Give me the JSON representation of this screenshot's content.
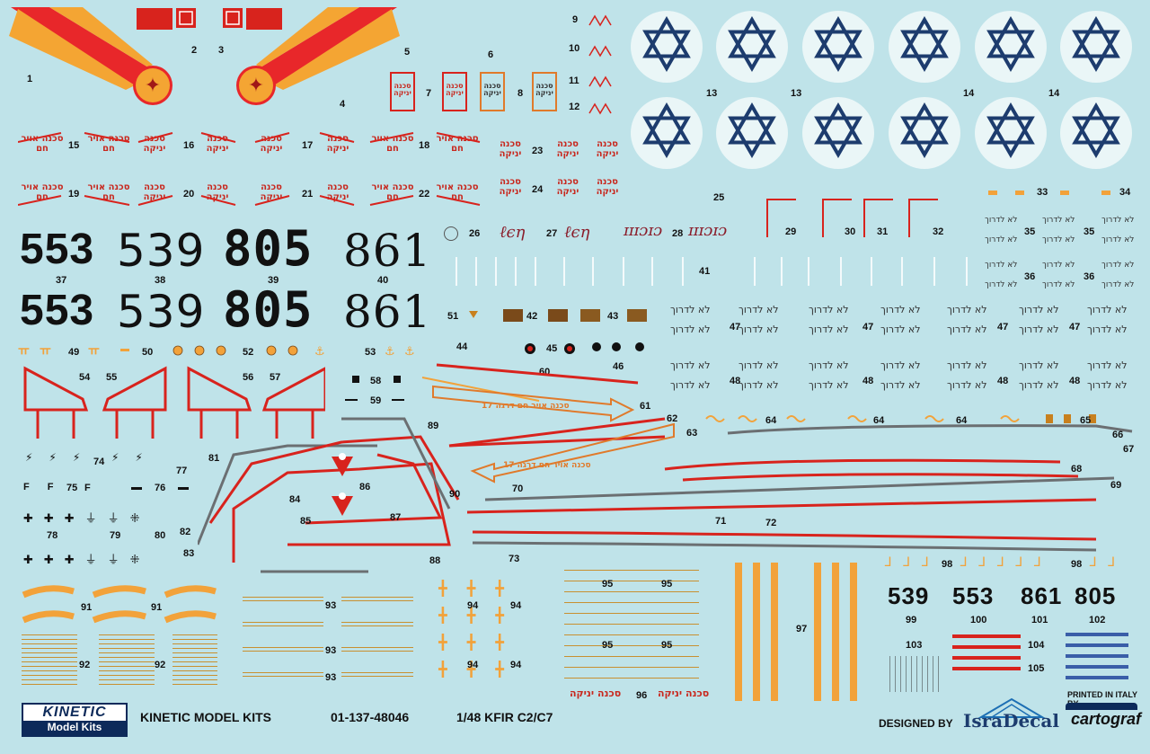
{
  "footer": {
    "brand_top": "KINETIC",
    "brand_bottom": "Model Kits",
    "company": "KINETIC MODEL KITS",
    "code": "01-137-48046",
    "kit": "1/48 KFIR C2/C7",
    "designed_by": "DESIGNED BY",
    "designer_logo": "IsraDecal",
    "printed": "PRINTED IN ITALY BY",
    "printer": "cartograf"
  },
  "serials_large": [
    "553",
    "539",
    "805",
    "861"
  ],
  "serials_small": [
    "539",
    "553",
    "861",
    "805"
  ],
  "hebrew": {
    "danger_canopy": "סכנה יניקה",
    "danger_air": "סכנה אויר חם",
    "no_step": "לא לדרוך",
    "danger_arrow": "סכנה אויר חם דרגה 17"
  },
  "decal_numbers": {
    "n1": "1",
    "n2": "2",
    "n3": "3",
    "n4": "4",
    "n5": "5",
    "n6": "6",
    "n7": "7",
    "n8": "8",
    "n9": "9",
    "n10": "10",
    "n11": "11",
    "n12": "12",
    "n13": "13",
    "n14": "14",
    "n15": "15",
    "n16": "16",
    "n17": "17",
    "n18": "18",
    "n19": "19",
    "n20": "20",
    "n21": "21",
    "n22": "22",
    "n23": "23",
    "n24": "24",
    "n25": "25",
    "n26": "26",
    "n27": "27",
    "n28": "28",
    "n29": "29",
    "n30": "30",
    "n31": "31",
    "n32": "32",
    "n33": "33",
    "n34": "34",
    "n35": "35",
    "n36": "36",
    "n37": "37",
    "n38": "38",
    "n39": "39",
    "n40": "40",
    "n41": "41",
    "n42": "42",
    "n43": "43",
    "n44": "44",
    "n45": "45",
    "n46": "46",
    "n47": "47",
    "n48": "48",
    "n49": "49",
    "n50": "50",
    "n51": "51",
    "n52": "52",
    "n53": "53",
    "n54": "54",
    "n55": "55",
    "n56": "56",
    "n57": "57",
    "n58": "58",
    "n59": "59",
    "n60": "60",
    "n61": "61",
    "n62": "62",
    "n63": "63",
    "n64": "64",
    "n65": "65",
    "n66": "66",
    "n67": "67",
    "n68": "68",
    "n69": "69",
    "n70": "70",
    "n71": "71",
    "n72": "72",
    "n73": "73",
    "n74": "74",
    "n75": "75",
    "n76": "76",
    "n77": "77",
    "n78": "78",
    "n79": "79",
    "n80": "80",
    "n81": "81",
    "n82": "82",
    "n83": "83",
    "n84": "84",
    "n85": "85",
    "n86": "86",
    "n87": "87",
    "n88": "88",
    "n89": "89",
    "n90": "90",
    "n91": "91",
    "n92": "92",
    "n93": "93",
    "n94": "94",
    "n95": "95",
    "n96": "96",
    "n97": "97",
    "n98": "98",
    "n99": "99",
    "n100": "100",
    "n101": "101",
    "n102": "102",
    "n103": "103",
    "n104": "104",
    "n105": "105"
  },
  "colors": {
    "background": "#bfe3e9",
    "red": "#d8231d",
    "orange": "#f2a23a",
    "navy": "#1d3c6e",
    "grey": "#6b6f72"
  }
}
